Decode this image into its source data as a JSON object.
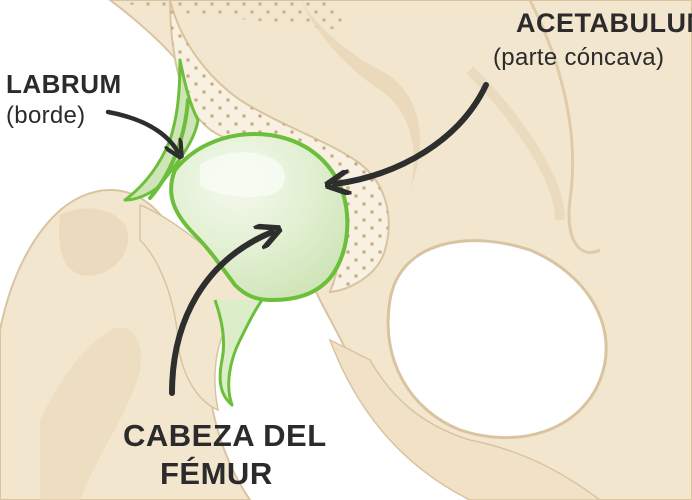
{
  "labels": {
    "labrum": {
      "title": "LABRUM",
      "subtitle": "(borde)"
    },
    "acetabulum": {
      "title": "ACETABULUM",
      "subtitle": "(parte cóncava)"
    },
    "femoral_head": {
      "line1": "CABEZA DEL",
      "line2": "FÉMUR"
    }
  },
  "colors": {
    "bone_fill": "#f3e6cf",
    "bone_shadow": "#e6d3b2",
    "bone_outline": "#d9c4a0",
    "cartilage_fill": "#dcedca",
    "cartilage_highlight": "#f2f8ea",
    "labrum_green": "#6bbf3a",
    "dots": "#c9b08a",
    "arrow": "#2e2e2e",
    "text": "#2b2b2b"
  }
}
